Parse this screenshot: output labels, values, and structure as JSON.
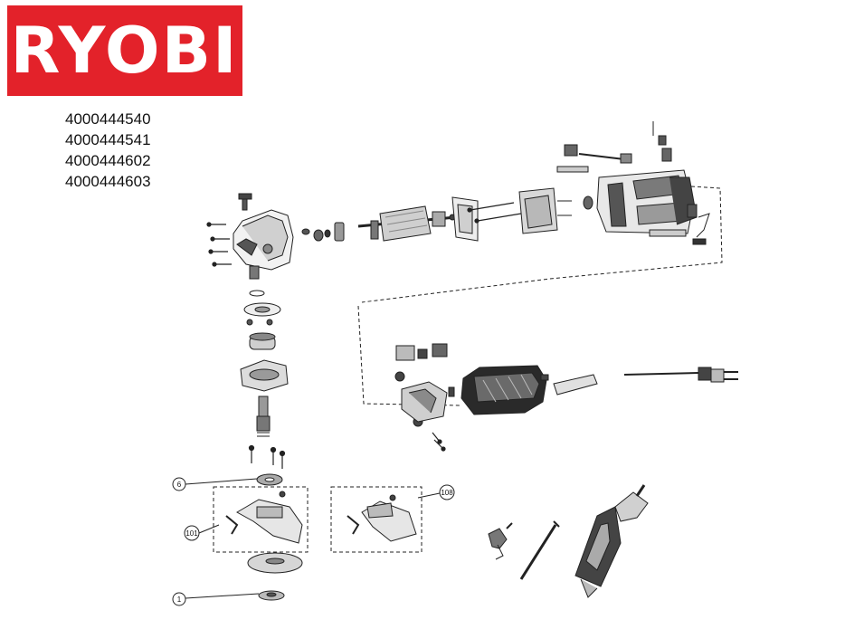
{
  "brand": {
    "name": "RYOBI",
    "color": "#e3222a"
  },
  "model_numbers": [
    "4000444540",
    "4000444541",
    "4000444602",
    "4000444603"
  ],
  "callouts": {
    "c6": "6",
    "c101": "101",
    "c108": "108",
    "c1": "1"
  }
}
